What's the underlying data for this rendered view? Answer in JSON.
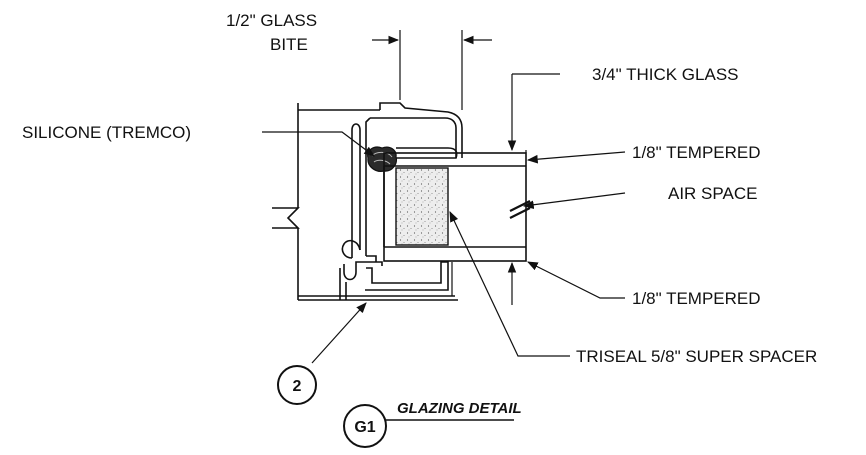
{
  "labels": {
    "glass_bite_line1": "1/2\" GLASS",
    "glass_bite_line2": "BITE",
    "thick_glass": "3/4\" THICK GLASS",
    "silicone": "SILICONE (TREMCO)",
    "tempered_top": "1/8\" TEMPERED",
    "air_space": "AIR SPACE",
    "tempered_bottom": "1/8\" TEMPERED",
    "spacer": "TRISEAL 5/8\" SUPER SPACER"
  },
  "callouts": {
    "detail_number": "2",
    "detail_id": "G1",
    "detail_title": "GLAZING DETAIL"
  },
  "colors": {
    "ink": "#111111",
    "background": "#ffffff",
    "spacer_fill": "#e6e6e6"
  }
}
